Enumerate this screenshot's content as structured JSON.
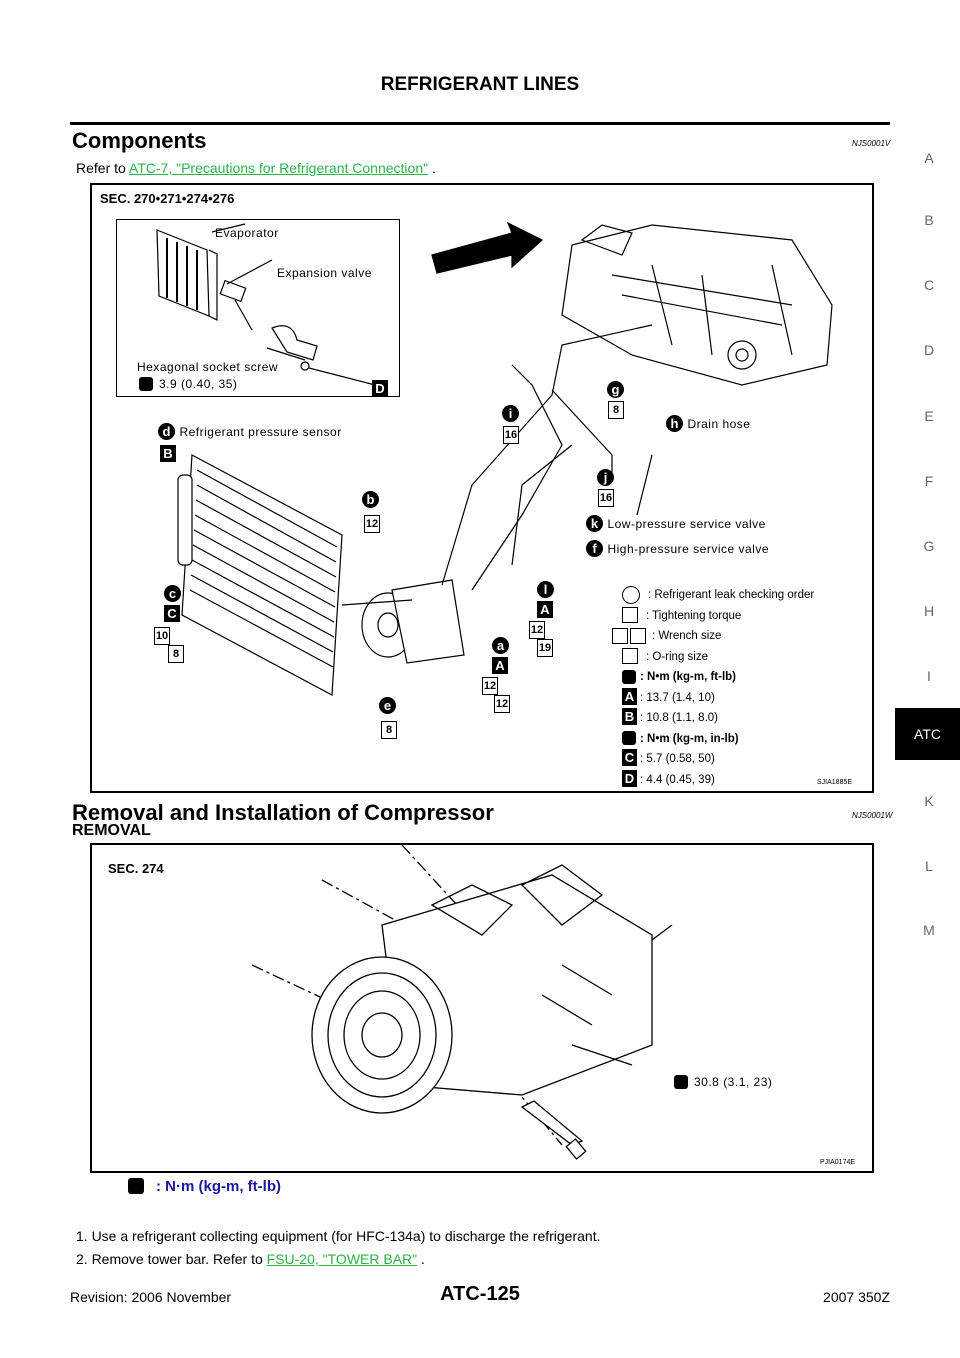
{
  "header": {
    "title": "REFRIGERANT LINES"
  },
  "side_letters": [
    "A",
    "B",
    "C",
    "D",
    "E",
    "F",
    "G",
    "H",
    "I",
    "ATC",
    "K",
    "L",
    "M"
  ],
  "section1": {
    "title": "Components",
    "code": "NJS0001V",
    "refer_prefix": "Refer to ",
    "refer_link": "ATC-7, \"Precautions for Refrigerant Connection\"",
    "refer_suffix": " ."
  },
  "figure1": {
    "sec": "SEC. 270•271•274•276",
    "id": "SJIA1885E",
    "inset": {
      "evaporator": "Evaporator",
      "expansion_valve": "Expansion valve",
      "hex_screw": "Hexagonal socket screw",
      "hex_torque": "3.9 (0.40, 35)",
      "hex_badge": "D"
    },
    "callouts": {
      "d": "Refrigerant pressure sensor",
      "h": "Drain hose",
      "k": "Low-pressure service valve",
      "f": "High-pressure service valve"
    },
    "labels": {
      "d": "d",
      "B": "B",
      "b": "b",
      "n12a": "12",
      "c": "c",
      "C": "C",
      "n10": "10",
      "n8a": "8",
      "e": "e",
      "n8b": "8",
      "a": "a",
      "A": "A",
      "n12b": "12",
      "n12c": "12",
      "l": "l",
      "A2": "A",
      "n12d": "12",
      "n19": "19",
      "i": "i",
      "n16a": "16",
      "g": "g",
      "n8c": "8",
      "j": "j",
      "n16b": "16",
      "k": "k",
      "f": "f",
      "h": "h"
    },
    "legend": {
      "leak": ": Refrigerant leak checking order",
      "torque": ": Tightening torque",
      "wrench": ": Wrench size",
      "oring": ": O-ring size",
      "unit_ftlb": ": N•m (kg-m, ft-lb)",
      "A_label": "A",
      "A_val": ": 13.7 (1.4, 10)",
      "B_label": "B",
      "B_val": ": 10.8 (1.1, 8.0)",
      "unit_inlb": ": N•m (kg-m, in-lb)",
      "C_label": "C",
      "C_val": ": 5.7 (0.58, 50)",
      "D_label": "D",
      "D_val": ": 4.4 (0.45, 39)"
    }
  },
  "section2": {
    "title": "Removal and Installation of Compressor",
    "code": "NJS0001W",
    "subtitle": "REMOVAL"
  },
  "figure2": {
    "sec": "SEC. 274",
    "torque": "30.8 (3.1, 23)",
    "id": "PJIA0174E"
  },
  "unit_note": ": N·m (kg-m,  ft-lb)",
  "steps": {
    "s1": "1.   Use a refrigerant collecting equipment (for HFC-134a) to discharge the refrigerant.",
    "s2_prefix": "2.   Remove tower bar. Refer to ",
    "s2_link": "FSU-20, \"TOWER BAR\"",
    "s2_suffix": " ."
  },
  "footer": {
    "revision": "Revision: 2006 November",
    "page": "ATC-125",
    "model": "2007 350Z"
  }
}
